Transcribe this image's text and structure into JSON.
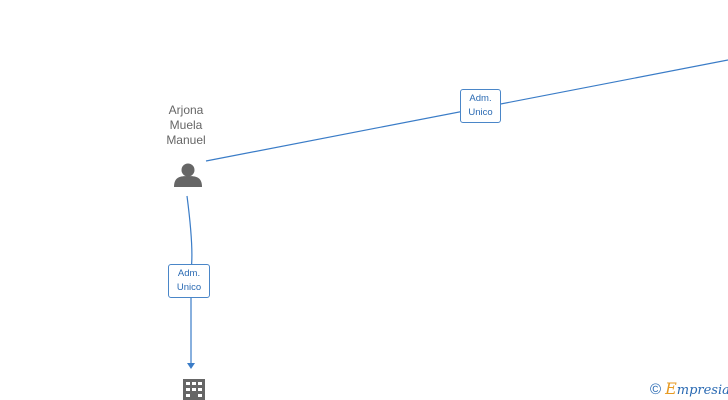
{
  "person": {
    "name_lines": [
      "Arjona",
      "Muela",
      "Manuel"
    ],
    "icon": "person-icon"
  },
  "company": {
    "icon": "building-icon"
  },
  "edges": [
    {
      "label_lines": [
        "Adm.",
        "Unico"
      ]
    },
    {
      "label_lines": [
        "Adm.",
        "Unico"
      ]
    }
  ],
  "watermark": {
    "copyright": "©",
    "brand_initial": "E",
    "brand_rest": "mpresia"
  },
  "colors": {
    "line": "#3a7cc7",
    "icon": "#666666",
    "label_text": "#2a6ab3",
    "label_border": "#4a86c8",
    "brand_accent": "#e79a21"
  }
}
